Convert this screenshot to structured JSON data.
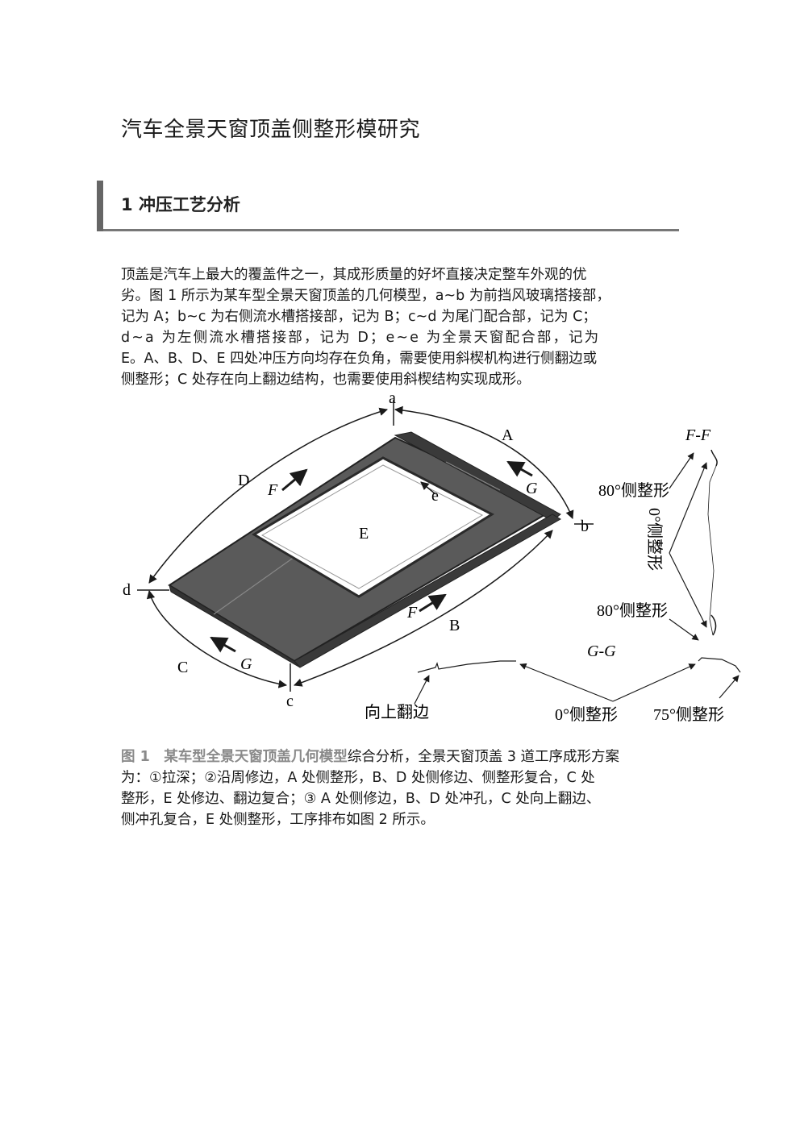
{
  "document": {
    "title": "汽车全景天窗顶盖侧整形模研究",
    "section": {
      "number": "1",
      "title": "冲压工艺分析"
    },
    "paragraph1": {
      "lines": [
        "顶盖是汽车上最大的覆盖件之一，其成形质量的好坏直接决定整车外观的优",
        "劣。图 1 所示为某车型全景天窗顶盖的几何模型，a~b 为前挡风玻璃搭接部，",
        "记为 A；b~c 为右侧流水槽搭接部，记为 B；c~d 为尾门配合部，记为 C；",
        "d~a 为左侧流水槽搭接部，记为 D；e~e 为全景天窗配合部，记为",
        "E。A、B、D、E 四处冲压方向均存在负角，需要使用斜楔机构进行侧翻边或",
        "侧整形；C 处存在向上翻边结构，也需要使用斜楔结构实现成形。"
      ]
    },
    "figure": {
      "points": {
        "a": "a",
        "b": "b",
        "c": "c",
        "d": "d",
        "e": "e",
        "E": "E"
      },
      "regions": {
        "A": "A",
        "B": "B",
        "C": "C",
        "D": "D"
      },
      "section_marks": {
        "F_top": "F",
        "F_bottom": "F",
        "G_top": "G",
        "G_bottom": "G"
      },
      "ff": {
        "title": "F-F",
        "upper": "80°侧整形",
        "middle": "0°侧整形",
        "lower": "80°侧整形"
      },
      "gg": {
        "title": "G-G",
        "left": "向上翻边",
        "middle": "0°侧整形",
        "right": "75°侧整形"
      },
      "colors": {
        "panel": "#555555",
        "panel_dark": "#3a3a3a",
        "line": "#1a1a1a"
      }
    },
    "caption": {
      "label": "图 1　某车型全景天窗顶盖几何模型",
      "line1_rest": "综合分析，全景天窗顶盖 3 道工序成形方案",
      "lines": [
        "为：①拉深；②沿周修边，A 处侧整形，B、D 处侧修边、侧整形复合，C 处",
        "整形，E 处修边、翻边复合；③ A 处侧修边，B、D 处冲孔，C 处向上翻边、",
        "侧冲孔复合，E 处侧整形，工序排布如图 2 所示。"
      ]
    }
  }
}
